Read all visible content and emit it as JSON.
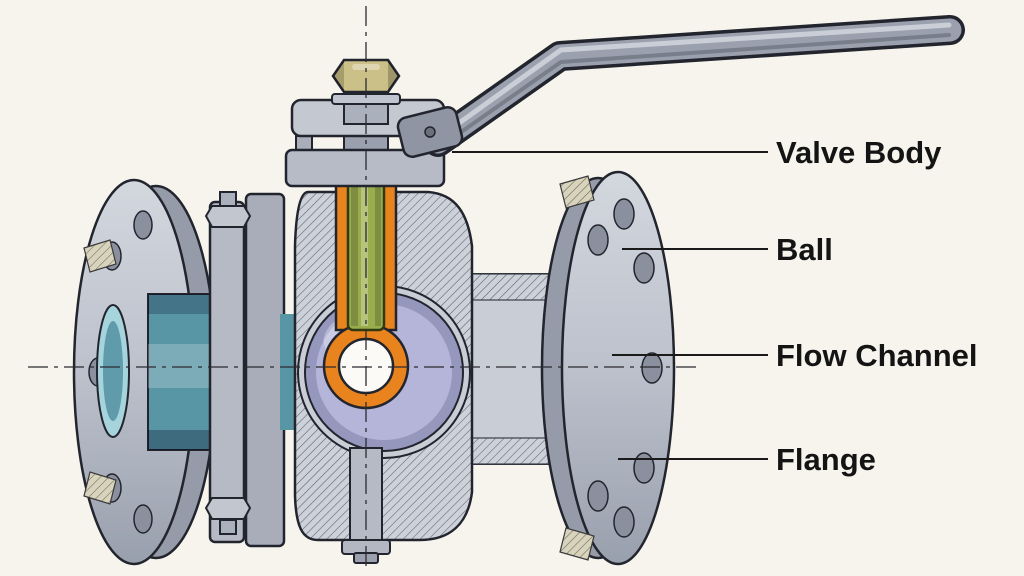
{
  "labels": [
    {
      "text": "Valve Body"
    },
    {
      "text": "Ball"
    },
    {
      "text": "Flow Channel"
    },
    {
      "text": "Flange"
    }
  ],
  "colors": {
    "background": "#f6f4ed",
    "outline": "#23252e",
    "steel_light": "#c6cad3",
    "steel_mid": "#aab0bc",
    "flow_channel_teal": "#5895a5",
    "flow_channel_teal_light": "#a6d4dd",
    "ball_lavender": "#b4b5d9",
    "seat_orange": "#e8831d",
    "stem_green": "#9aad4d",
    "nut_brass": "#cbc088"
  }
}
